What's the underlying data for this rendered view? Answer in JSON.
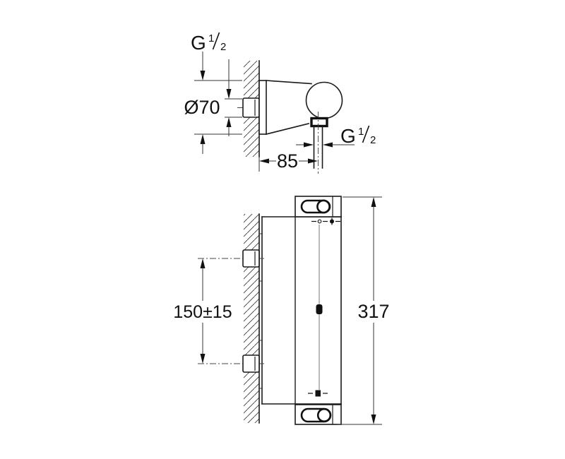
{
  "drawing": {
    "description": "Technical dimension drawing, wall-mounted thermostatic shower mixer with shower holder",
    "background_color": "#ffffff",
    "line_color": "#1a1a1a",
    "dimensions": {
      "inlet_thread": {
        "base": "G",
        "numerator": "1",
        "denominator": "2"
      },
      "escutcheon_diameter": "Ø70",
      "wall_to_outlet": "85",
      "outlet_thread": {
        "base": "G",
        "numerator": "1",
        "denominator": "2"
      },
      "mounting_spacing": "150±15",
      "overall_height": "317"
    }
  }
}
